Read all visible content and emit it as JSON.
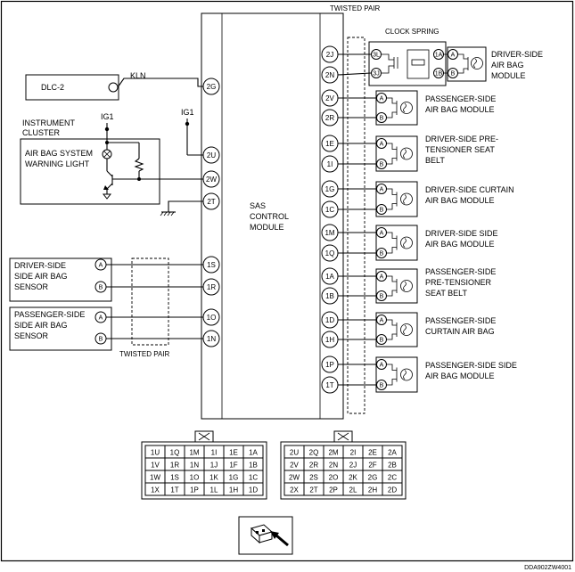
{
  "module": {
    "l1": "SAS",
    "l2": "CONTROL",
    "l3": "MODULE"
  },
  "dlc": {
    "label": "DLC-2",
    "wire": "KLN",
    "pin": "2G"
  },
  "ig1": {
    "cluster": "IG1",
    "module": "IG1"
  },
  "cluster": {
    "l1": "INSTRUMENT",
    "l2": "CLUSTER",
    "w1": "AIR BAG SYSTEM",
    "w2": "WARNING LIGHT"
  },
  "left_pins": {
    "ig": "2U",
    "warn": "2W",
    "gnd": "2T"
  },
  "sensors": [
    {
      "l1": "DRIVER-SIDE",
      "l2": "SIDE AIR BAG",
      "l3": "SENSOR",
      "pa": "1S",
      "pb": "1R"
    },
    {
      "l1": "PASSENGER-SIDE",
      "l2": "SIDE AIR BAG",
      "l3": "SENSOR",
      "pa": "1O",
      "pb": "1N"
    }
  ],
  "twisted_pair": {
    "top": "TWISTED PAIR",
    "bottom": "TWISTED PAIR"
  },
  "clock_spring": {
    "label": "CLOCK SPRING",
    "left_a": "3L",
    "left_b": "3J",
    "right_a": "1A",
    "right_b": "1B"
  },
  "term": {
    "a": "A",
    "b": "B"
  },
  "devices": [
    {
      "pa": "2J",
      "pb": "2N",
      "l1": "DRIVER-SIDE",
      "l2": "AIR BAG",
      "l3": "MODULE"
    },
    {
      "pa": "2V",
      "pb": "2R",
      "l1": "PASSENGER-SIDE",
      "l2": "AIR BAG MODULE",
      "l3": ""
    },
    {
      "pa": "1E",
      "pb": "1I",
      "l1": "DRIVER-SIDE PRE-",
      "l2": "TENSIONER SEAT",
      "l3": "BELT"
    },
    {
      "pa": "1G",
      "pb": "1C",
      "l1": "DRIVER-SIDE CURTAIN",
      "l2": "AIR BAG MODULE",
      "l3": ""
    },
    {
      "pa": "1M",
      "pb": "1Q",
      "l1": "DRIVER-SIDE SIDE",
      "l2": "AIR BAG MODULE",
      "l3": ""
    },
    {
      "pa": "1A",
      "pb": "1B",
      "l1": "PASSENGER-SIDE",
      "l2": "PRE-TENSIONER",
      "l3": "SEAT BELT"
    },
    {
      "pa": "1D",
      "pb": "1H",
      "l1": "PASSENGER-SIDE",
      "l2": "CURTAIN AIR BAG",
      "l3": ""
    },
    {
      "pa": "1P",
      "pb": "1T",
      "l1": "PASSENGER-SIDE SIDE",
      "l2": "AIR BAG MODULE",
      "l3": ""
    }
  ],
  "connector1": [
    [
      "1U",
      "1Q",
      "1M",
      "1I",
      "1E",
      "1A"
    ],
    [
      "1V",
      "1R",
      "1N",
      "1J",
      "1F",
      "1B"
    ],
    [
      "1W",
      "1S",
      "1O",
      "1K",
      "1G",
      "1C"
    ],
    [
      "1X",
      "1T",
      "1P",
      "1L",
      "1H",
      "1D"
    ]
  ],
  "connector2": [
    [
      "2U",
      "2Q",
      "2M",
      "2I",
      "2E",
      "2A"
    ],
    [
      "2V",
      "2R",
      "2N",
      "2J",
      "2F",
      "2B"
    ],
    [
      "2W",
      "2S",
      "2O",
      "2K",
      "2G",
      "2C"
    ],
    [
      "2X",
      "2T",
      "2P",
      "2L",
      "2H",
      "2D"
    ]
  ],
  "figure_code": "DDA902ZW4001"
}
